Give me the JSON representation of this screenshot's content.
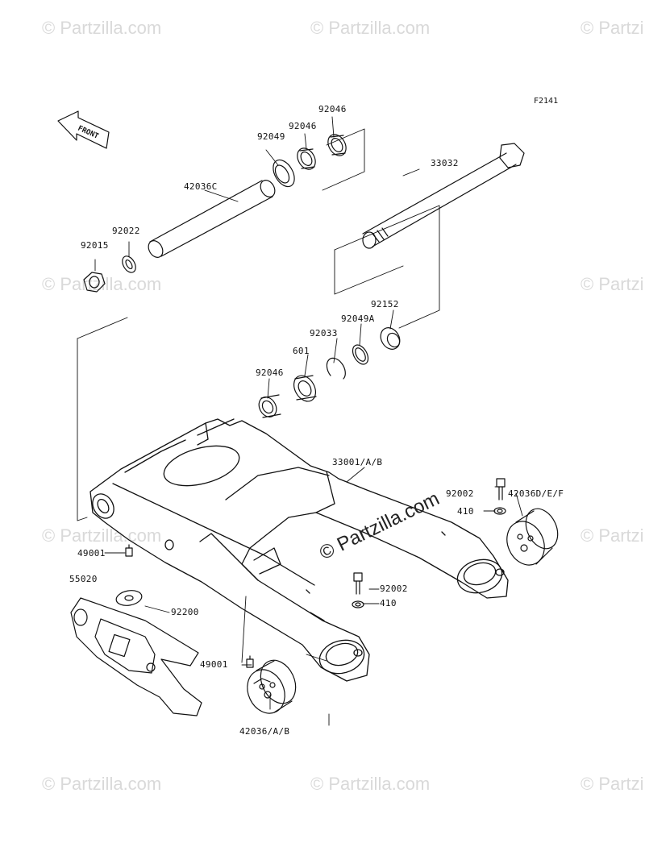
{
  "figure_code": "F2141",
  "front_label": "FRONT",
  "watermark": {
    "tile_text": "© Partzilla.com",
    "center_text": "© Partzilla.com"
  },
  "parts": {
    "p92046_top": "92046",
    "p92046_mid": "92046",
    "p92049": "92049",
    "p42036C": "42036C",
    "p33032": "33032",
    "p92022": "92022",
    "p92015": "92015",
    "p92152": "92152",
    "p92049A": "92049A",
    "p92033": "92033",
    "p601": "601",
    "p92046_low": "92046",
    "p33001": "33001/A/B",
    "p92002_right": "92002",
    "p410_right": "410",
    "p42036DEF": "42036D/E/F",
    "p49001_left": "49001",
    "p55020": "55020",
    "p92200": "92200",
    "p92002_center": "92002",
    "p410_center": "410",
    "p49001_bottom": "49001",
    "p42036AB": "42036/A/B"
  }
}
